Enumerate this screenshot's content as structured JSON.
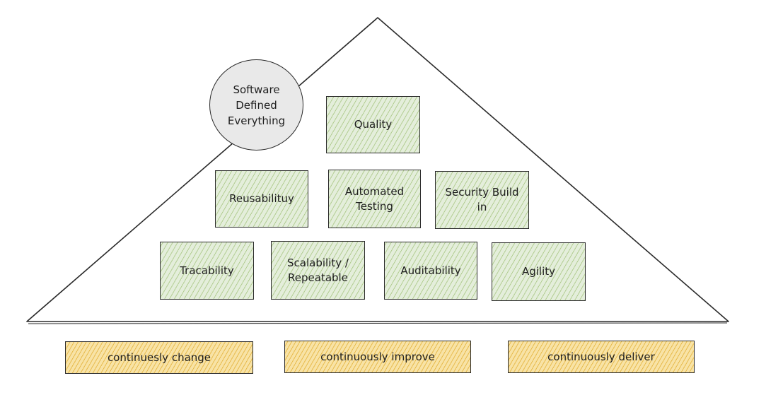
{
  "circle": {
    "text": "Software\nDefined\nEverything"
  },
  "pyramid": {
    "top": [
      {
        "label": "Quality"
      }
    ],
    "middle": [
      {
        "label": "Reusabilituy"
      },
      {
        "label": "Automated\nTesting"
      },
      {
        "label": "Security Build\nin"
      }
    ],
    "bottom": [
      {
        "label": "Tracability"
      },
      {
        "label": "Scalability /\nRepeatable"
      },
      {
        "label": "Auditability"
      },
      {
        "label": "Agility"
      }
    ]
  },
  "foundation": [
    {
      "label": "continuesly change"
    },
    {
      "label": "continuously improve"
    },
    {
      "label": "continuously deliver"
    }
  ],
  "colors": {
    "box_fill": "#e4eedb",
    "box_hatch": "#8cb45a",
    "foundation_fill": "#f8e3a6",
    "foundation_hatch": "#dca014",
    "circle_fill": "#e9e9e9",
    "stroke": "#2b2b2b"
  }
}
